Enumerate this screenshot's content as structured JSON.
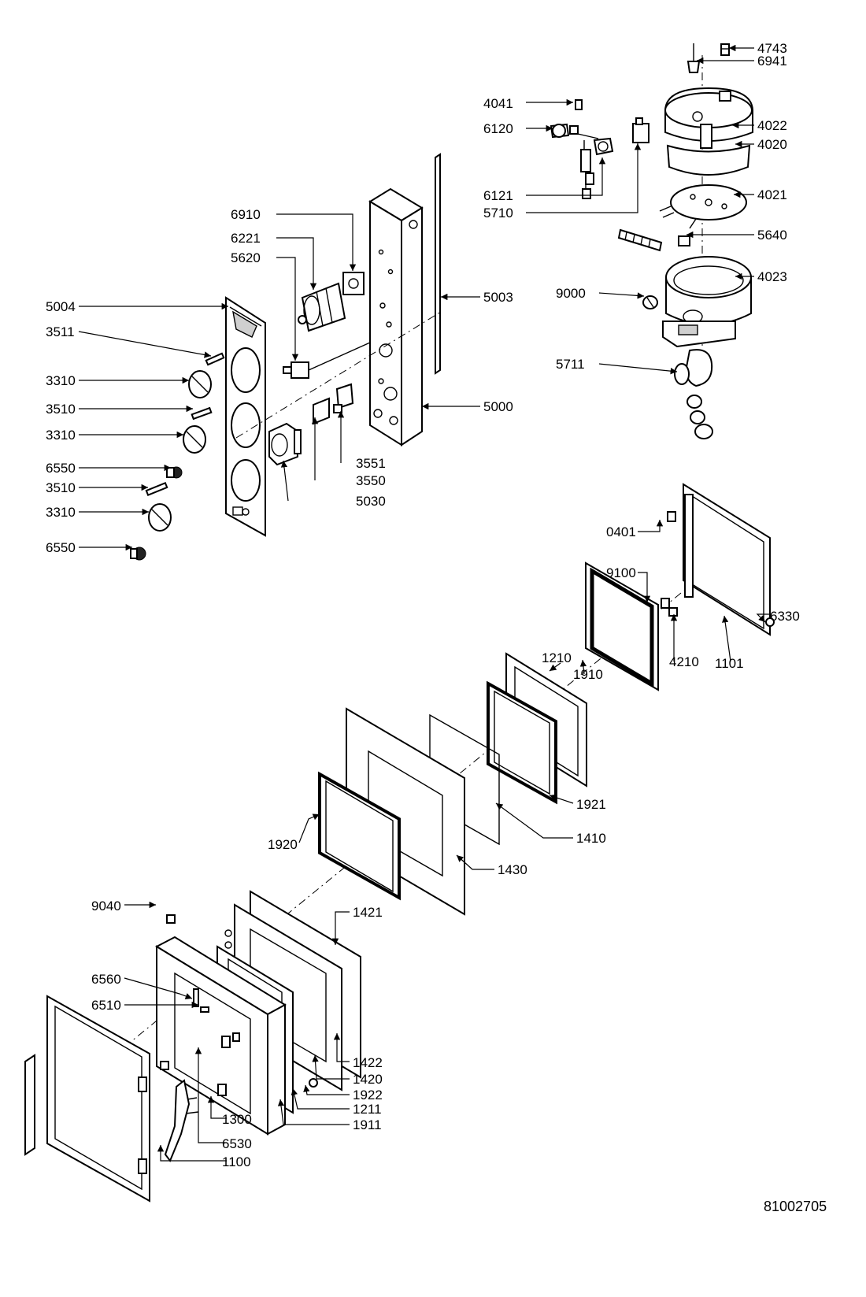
{
  "drawing_number": "81002705",
  "callouts": {
    "p4743": "4743",
    "p6941": "6941",
    "p4041": "4041",
    "p6120": "6120",
    "p4022": "4022",
    "p4020": "4020",
    "p6121": "6121",
    "p5710": "5710",
    "p4021": "4021",
    "p5640": "5640",
    "p4023": "4023",
    "p9000": "9000",
    "p5711": "5711",
    "p6910": "6910",
    "p6221": "6221",
    "p5620": "5620",
    "p5004": "5004",
    "p3511": "3511",
    "p3310a": "3310",
    "p3510a": "3510",
    "p3310b": "3310",
    "p6550a": "6550",
    "p3510b": "3510",
    "p3310c": "3310",
    "p6550b": "6550",
    "p5003": "5003",
    "p5000": "5000",
    "p3551": "3551",
    "p3550": "3550",
    "p5030": "5030",
    "p0401": "0401",
    "p9100": "9100",
    "p6330": "6330",
    "p4210": "4210",
    "p1101": "1101",
    "p1210": "1210",
    "p1910": "1910",
    "p1921": "1921",
    "p1410": "1410",
    "p1430": "1430",
    "p1920": "1920",
    "p9040": "9040",
    "p1421": "1421",
    "p6560": "6560",
    "p6510": "6510",
    "p1422": "1422",
    "p1420": "1420",
    "p1922": "1922",
    "p1211": "1211",
    "p1911": "1911",
    "p1300": "1300",
    "p6530": "6530",
    "p1100": "1100"
  }
}
